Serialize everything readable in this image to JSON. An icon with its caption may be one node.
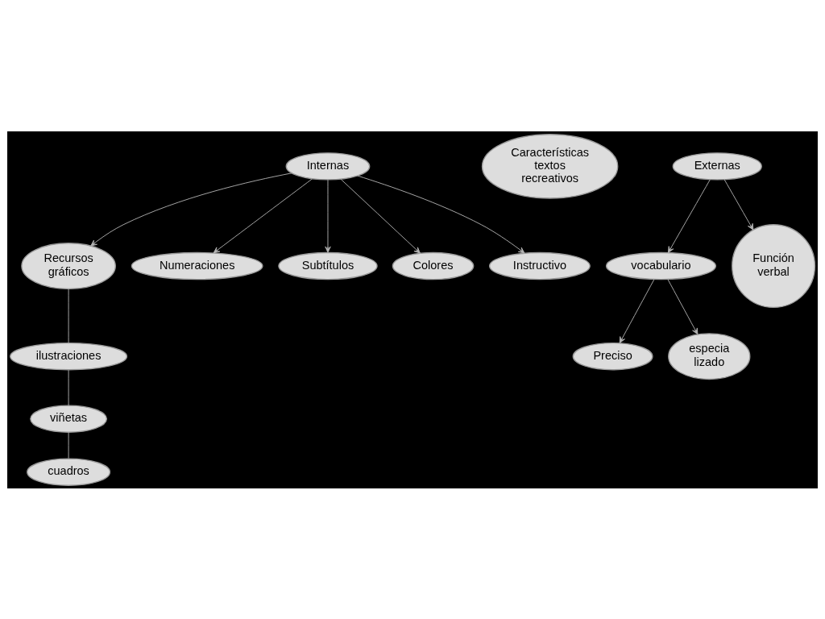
{
  "diagram": {
    "nodes": [
      {
        "text": [
          "Recursos gráficos"
        ]
      },
      {
        "text": [
          "Numeraciones"
        ]
      },
      {
        "text": [
          "Subtítulos"
        ]
      },
      {
        "text": [
          "ilustraciones"
        ]
      },
      {
        "text": [
          "viñetas"
        ]
      },
      {
        "text": [
          "Internas"
        ]
      },
      {
        "text": [
          "Colores"
        ]
      },
      {
        "text": [
          "cuadros"
        ]
      },
      {
        "text": [
          "Características textos recreativos"
        ]
      },
      {
        "text": [
          "Instructivo"
        ]
      },
      {
        "text": [
          "Externas"
        ]
      },
      {
        "text": [
          "Preciso"
        ]
      },
      {
        "text": [
          "vocabulario"
        ]
      },
      {
        "text": [
          "Función verbal"
        ]
      },
      {
        "text": [
          "especia lizado"
        ]
      }
    ],
    "edges": [
      {
        "from": 5,
        "to": 0,
        "arrow": "to"
      },
      {
        "from": 5,
        "to": 1,
        "arrow": "to"
      },
      {
        "from": 5,
        "to": 2,
        "arrow": "to"
      },
      {
        "from": 5,
        "to": 6,
        "arrow": "to"
      },
      {
        "from": 5,
        "to": 9,
        "arrow": "to"
      },
      {
        "from": 0,
        "to": 3,
        "arrow": "none"
      },
      {
        "from": 3,
        "to": 4,
        "arrow": "none"
      },
      {
        "from": 4,
        "to": 7,
        "arrow": "none"
      },
      {
        "from": 10,
        "to": 12,
        "arrow": "to"
      },
      {
        "from": 10,
        "to": 13,
        "arrow": "to"
      },
      {
        "from": 12,
        "to": 11,
        "arrow": "to"
      },
      {
        "from": 12,
        "to": 14,
        "arrow": "to"
      }
    ]
  }
}
